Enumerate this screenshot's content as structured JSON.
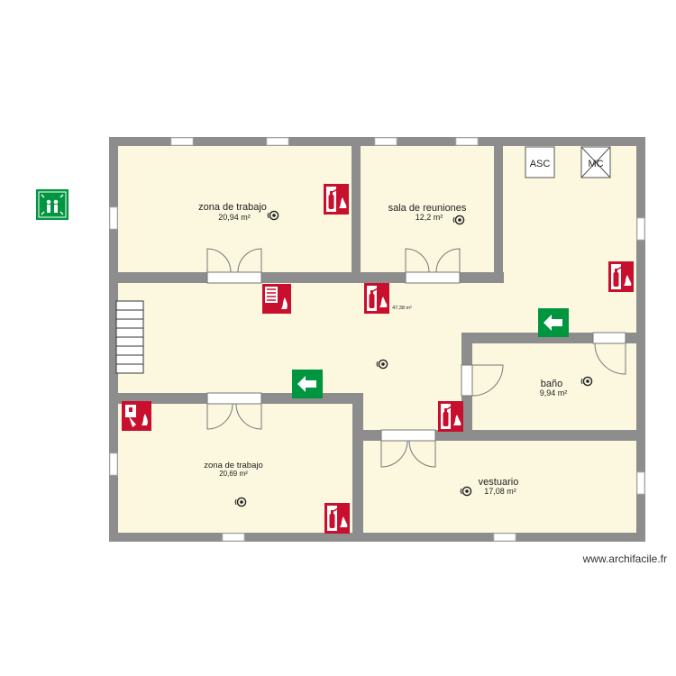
{
  "colors": {
    "wall": "#8d8d8d",
    "floor": "#fbf8df",
    "window": "#ffffff",
    "fire_red": "#c8102e",
    "exit_green": "#009640"
  },
  "rooms": [
    {
      "name": "zona de trabajo",
      "area": "20,94 m²"
    },
    {
      "name": "sala de reuniones",
      "area": "12,2 m²"
    },
    {
      "name": "",
      "area": "47,38 m²"
    },
    {
      "name": "baño",
      "area": "9,94 m²"
    },
    {
      "name": "zona de trabajo",
      "area": "20,69 m²"
    },
    {
      "name": "vestuario",
      "area": "17,08 m²"
    }
  ],
  "labels": {
    "elevator": "ASC",
    "mc": "MC"
  },
  "watermark": "www.archifacile.fr",
  "icons": [
    "assembly-point-icon",
    "fire-extinguisher-icon",
    "fire-hose-icon",
    "fire-alarm-icon",
    "exit-arrow-icon",
    "smoke-detector-icon",
    "stairs-icon"
  ]
}
